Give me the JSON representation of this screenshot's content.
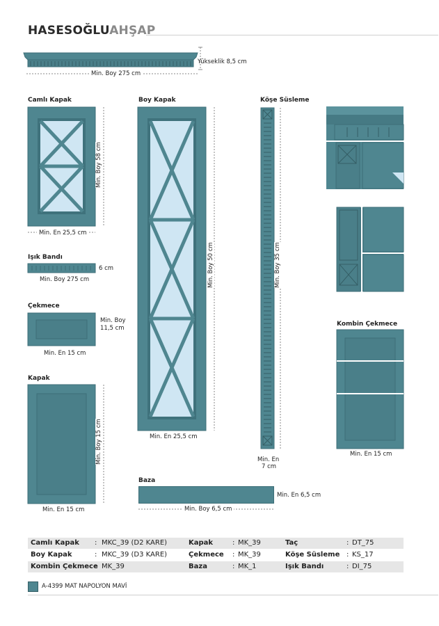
{
  "brand": {
    "part1": "HASESOĞLU",
    "part2": "AHŞAP"
  },
  "crown": {
    "height_label": "Yükseklik 8,5 cm",
    "length_label": "Min. Boy 275 cm"
  },
  "glass_door": {
    "title": "Camlı Kapak",
    "height_label": "Min. Boy 58 cm",
    "width_label": "Min. En 25,5 cm"
  },
  "tall_door": {
    "title": "Boy Kapak",
    "height_label": "Min. Boy 50 cm",
    "width_label": "Min. En 25,5 cm"
  },
  "corner_trim": {
    "title": "Köşe Süsleme",
    "height_label": "Min. Boy 35 cm",
    "width_label_1": "Min. En",
    "width_label_2": "7 cm"
  },
  "light_strip": {
    "title": "Işık Bandı",
    "height_label": "6 cm",
    "length_label": "Min. Boy 275 cm"
  },
  "drawer": {
    "title": "Çekmece",
    "height_label_1": "Min. Boy",
    "height_label_2": "11,5 cm",
    "width_label": "Min. En 15 cm"
  },
  "door": {
    "title": "Kapak",
    "height_label": "Min. Boy 15 cm",
    "width_label": "Min. En 15 cm"
  },
  "base": {
    "title": "Baza",
    "height_label": "Min. En 6,5 cm",
    "length_label": "Min. Boy 6,5 cm"
  },
  "combo_drawer": {
    "title": "Kombin Çekmece",
    "width_label": "Min. En 15 cm"
  },
  "codes": [
    [
      {
        "k": "Camlı Kapak",
        "v": "MKC_39 (D2 KARE)"
      },
      {
        "k": "Kapak",
        "v": "MK_39"
      },
      {
        "k": "Taç",
        "v": "DT_75"
      }
    ],
    [
      {
        "k": "Boy Kapak",
        "v": "MKC_39 (D3 KARE)"
      },
      {
        "k": "Çekmece",
        "v": "MK_39"
      },
      {
        "k": "Köşe Süsleme",
        "v": "KS_17"
      }
    ],
    [
      {
        "k": "Kombin Çekmece",
        "v": "MK_39"
      },
      {
        "k": "Baza",
        "v": "MK_1"
      },
      {
        "k": "Işık Bandı",
        "v": "DI_75"
      }
    ]
  ],
  "separator": ":",
  "color": {
    "name": "A-4399 MAT NAPOLYON MAVİ",
    "hex": "#4f8690"
  }
}
